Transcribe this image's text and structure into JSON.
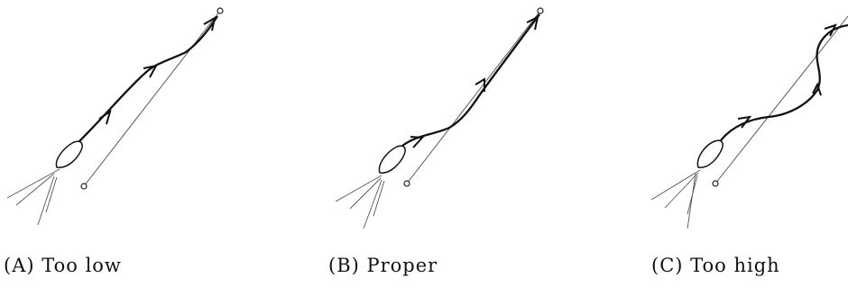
{
  "panels": [
    {
      "id": "a",
      "caption": "(A) Too low"
    },
    {
      "id": "b",
      "caption": "(B) Proper"
    },
    {
      "id": "c",
      "caption": "(C) Too high"
    }
  ],
  "colors": {
    "ink": "#111111",
    "reference_line": "#555555",
    "background": "#ffffff"
  }
}
